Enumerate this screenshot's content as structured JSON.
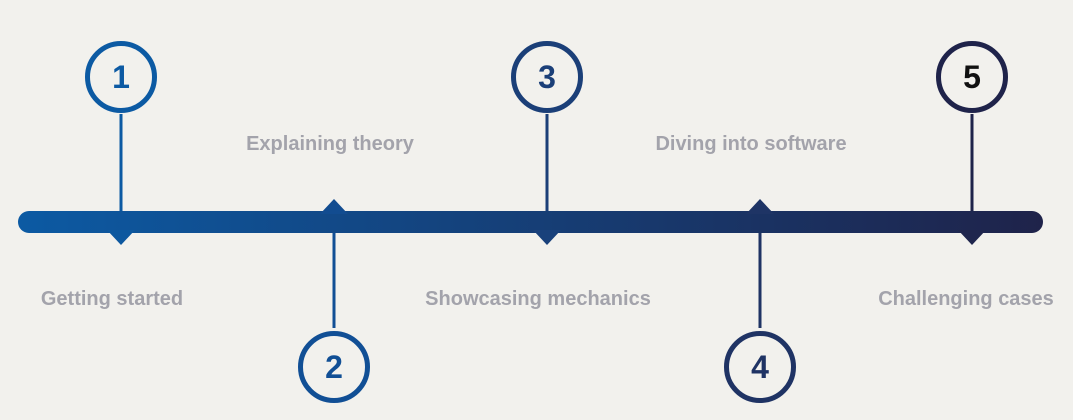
{
  "timeline": {
    "gradient_start": "#0c5aa3",
    "gradient_end": "#1f234a",
    "label_color": "#a3a3ab",
    "background": "#f2f1ed",
    "steps": [
      {
        "number": "1",
        "label": "Getting started",
        "color": "#0c5aa3",
        "position": "top"
      },
      {
        "number": "2",
        "label": "Explaining theory",
        "color": "#114f95",
        "position": "bottom"
      },
      {
        "number": "3",
        "label": "Showcasing mechanics",
        "color": "#1b3f78",
        "position": "top"
      },
      {
        "number": "4",
        "label": "Diving into software",
        "color": "#1f3364",
        "position": "bottom"
      },
      {
        "number": "5",
        "label": "Challenging cases",
        "color": "#1f234a",
        "position": "top",
        "number_color": "#111111"
      }
    ]
  }
}
